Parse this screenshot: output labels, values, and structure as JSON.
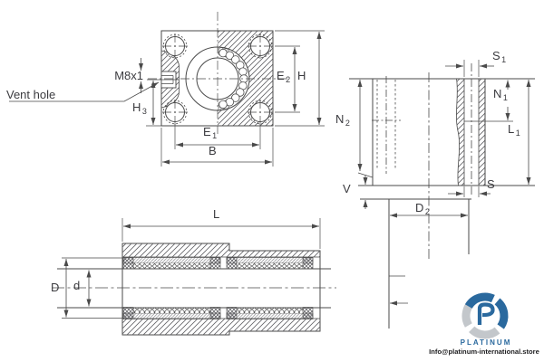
{
  "drawing": {
    "front_view": {
      "labels": {
        "thread": "M8x1",
        "vent": "Vent hole",
        "h3": {
          "b": "H",
          "s": "3"
        },
        "e2": {
          "b": "E",
          "s": "2"
        },
        "h": "H",
        "e1": {
          "b": "E",
          "s": "1"
        },
        "b": "B"
      }
    },
    "side_view": {
      "labels": {
        "s1": {
          "b": "S",
          "s": "1"
        },
        "n1": {
          "b": "N",
          "s": "1"
        },
        "n2": {
          "b": "N",
          "s": "2"
        },
        "l1": {
          "b": "L",
          "s": "1"
        },
        "v": "V",
        "s": "S",
        "d2": {
          "b": "D",
          "s": "2"
        }
      }
    },
    "section_view": {
      "labels": {
        "l": "L",
        "d_outer": "D",
        "d_shaft": "d"
      }
    }
  },
  "branding": {
    "name": "PLATINUM",
    "contact": "Info@platinum-international.store",
    "brand_blue": "#2a699e",
    "brand_gray": "#c3c7cb",
    "line_color": "#4a4a4a"
  }
}
